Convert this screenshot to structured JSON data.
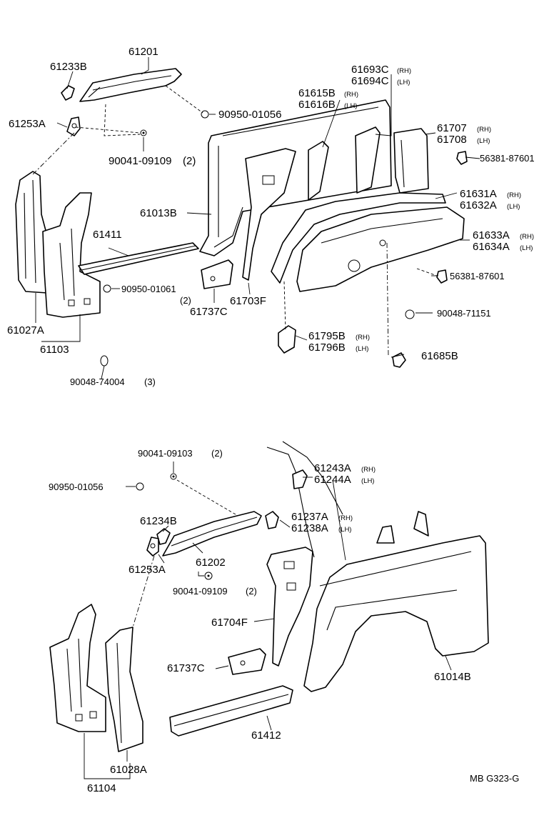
{
  "labels": {
    "p61201": "61201",
    "p61233B": "61233B",
    "p61253A_top": "61253A",
    "p90041_09109_top": "90041-09109",
    "p90041_09109_top_qty": "(2)",
    "p90950_01056_top": "90950-01056",
    "p61693C": "61693C",
    "p61694C": "61694C",
    "p61615B": "61615B",
    "p61616B": "61616B",
    "p61707": "61707",
    "p61708": "61708",
    "p56381_87601_a": "56381-87601",
    "p61631A": "61631A",
    "p61632A": "61632A",
    "p61633A": "61633A",
    "p61634A": "61634A",
    "p56381_87601_b": "56381-87601",
    "p90048_71151": "90048-71151",
    "p61013B": "61013B",
    "p61411": "61411",
    "p90950_01061": "90950-01061",
    "p90950_01061_qty": "(2)",
    "p61737C_top": "61737C",
    "p61703F": "61703F",
    "p61795B": "61795B",
    "p61796B": "61796B",
    "p61685B": "61685B",
    "p61027A": "61027A",
    "p61103": "61103",
    "p90048_74004": "90048-74004",
    "p90048_74004_qty": "(3)",
    "p90041_09103": "90041-09103",
    "p90041_09103_qty": "(2)",
    "p90950_01056_bot": "90950-01056",
    "p61243A": "61243A",
    "p61244A": "61244A",
    "p61234B": "61234B",
    "p61237A": "61237A",
    "p61238A": "61238A",
    "p61253A_bot": "61253A",
    "p61202": "61202",
    "p90041_09109_bot": "90041-09109",
    "p90041_09109_bot_qty": "(2)",
    "p61704F": "61704F",
    "p61737C_bot": "61737C",
    "p61014B": "61014B",
    "p61412": "61412",
    "p61028A": "61028A",
    "p61104": "61104",
    "ref_code": "MB G323-G"
  },
  "side_marks": {
    "rh": "(RH)",
    "lh": "(LH)"
  }
}
